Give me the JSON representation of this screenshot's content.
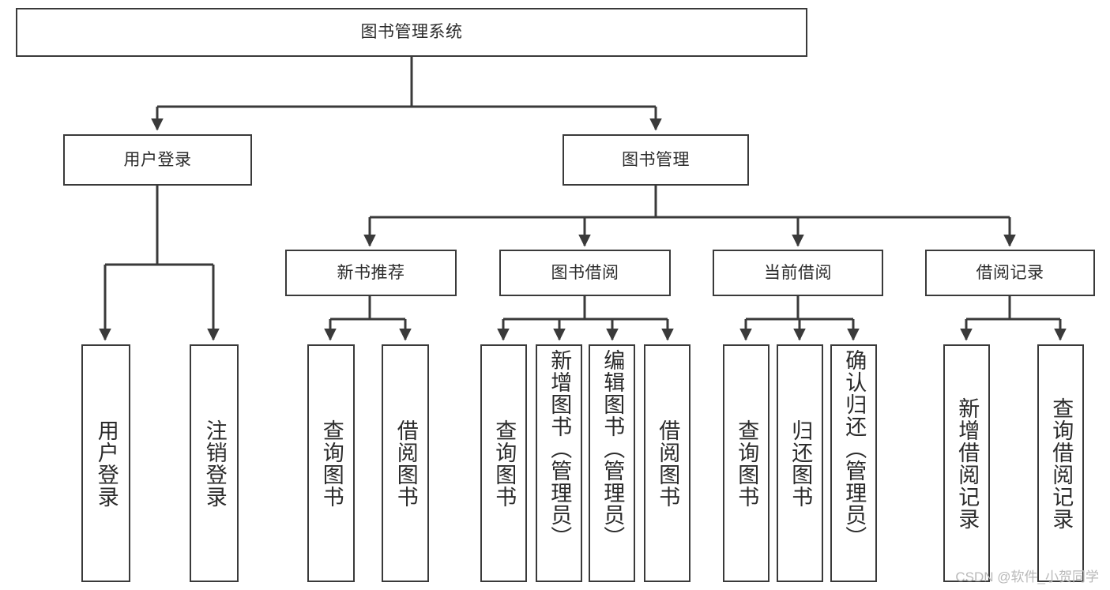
{
  "diagram": {
    "type": "tree-hierarchy",
    "title": "图书管理系统",
    "line_color": "#3a3a3a",
    "box_fill": "#ffffff",
    "text_color": "#2b2b2b",
    "background": "#ffffff"
  },
  "root": {
    "label": "图书管理系统"
  },
  "level1": [
    {
      "label": "用户登录"
    },
    {
      "label": "图书管理"
    }
  ],
  "level2": [
    {
      "label": "新书推荐"
    },
    {
      "label": "图书借阅"
    },
    {
      "label": "当前借阅"
    },
    {
      "label": "借阅记录"
    }
  ],
  "leaves": {
    "user_login": [
      {
        "label": "用户登录"
      },
      {
        "label": "注销登录"
      }
    ],
    "new_book_recommend": [
      {
        "label": "查询图书"
      },
      {
        "label": "借阅图书"
      }
    ],
    "book_borrow": [
      {
        "label": "查询图书"
      },
      {
        "label": "新增图书（管理员）"
      },
      {
        "label": "编辑图书（管理员）"
      },
      {
        "label": "借阅图书"
      }
    ],
    "current_borrow": [
      {
        "label": "查询图书"
      },
      {
        "label": "归还图书"
      },
      {
        "label": "确认归还（管理员）"
      }
    ],
    "borrow_record": [
      {
        "label": "新增借阅记录"
      },
      {
        "label": "查询借阅记录"
      }
    ]
  },
  "watermark": {
    "text": "CSDN @软件_小贺同学"
  }
}
